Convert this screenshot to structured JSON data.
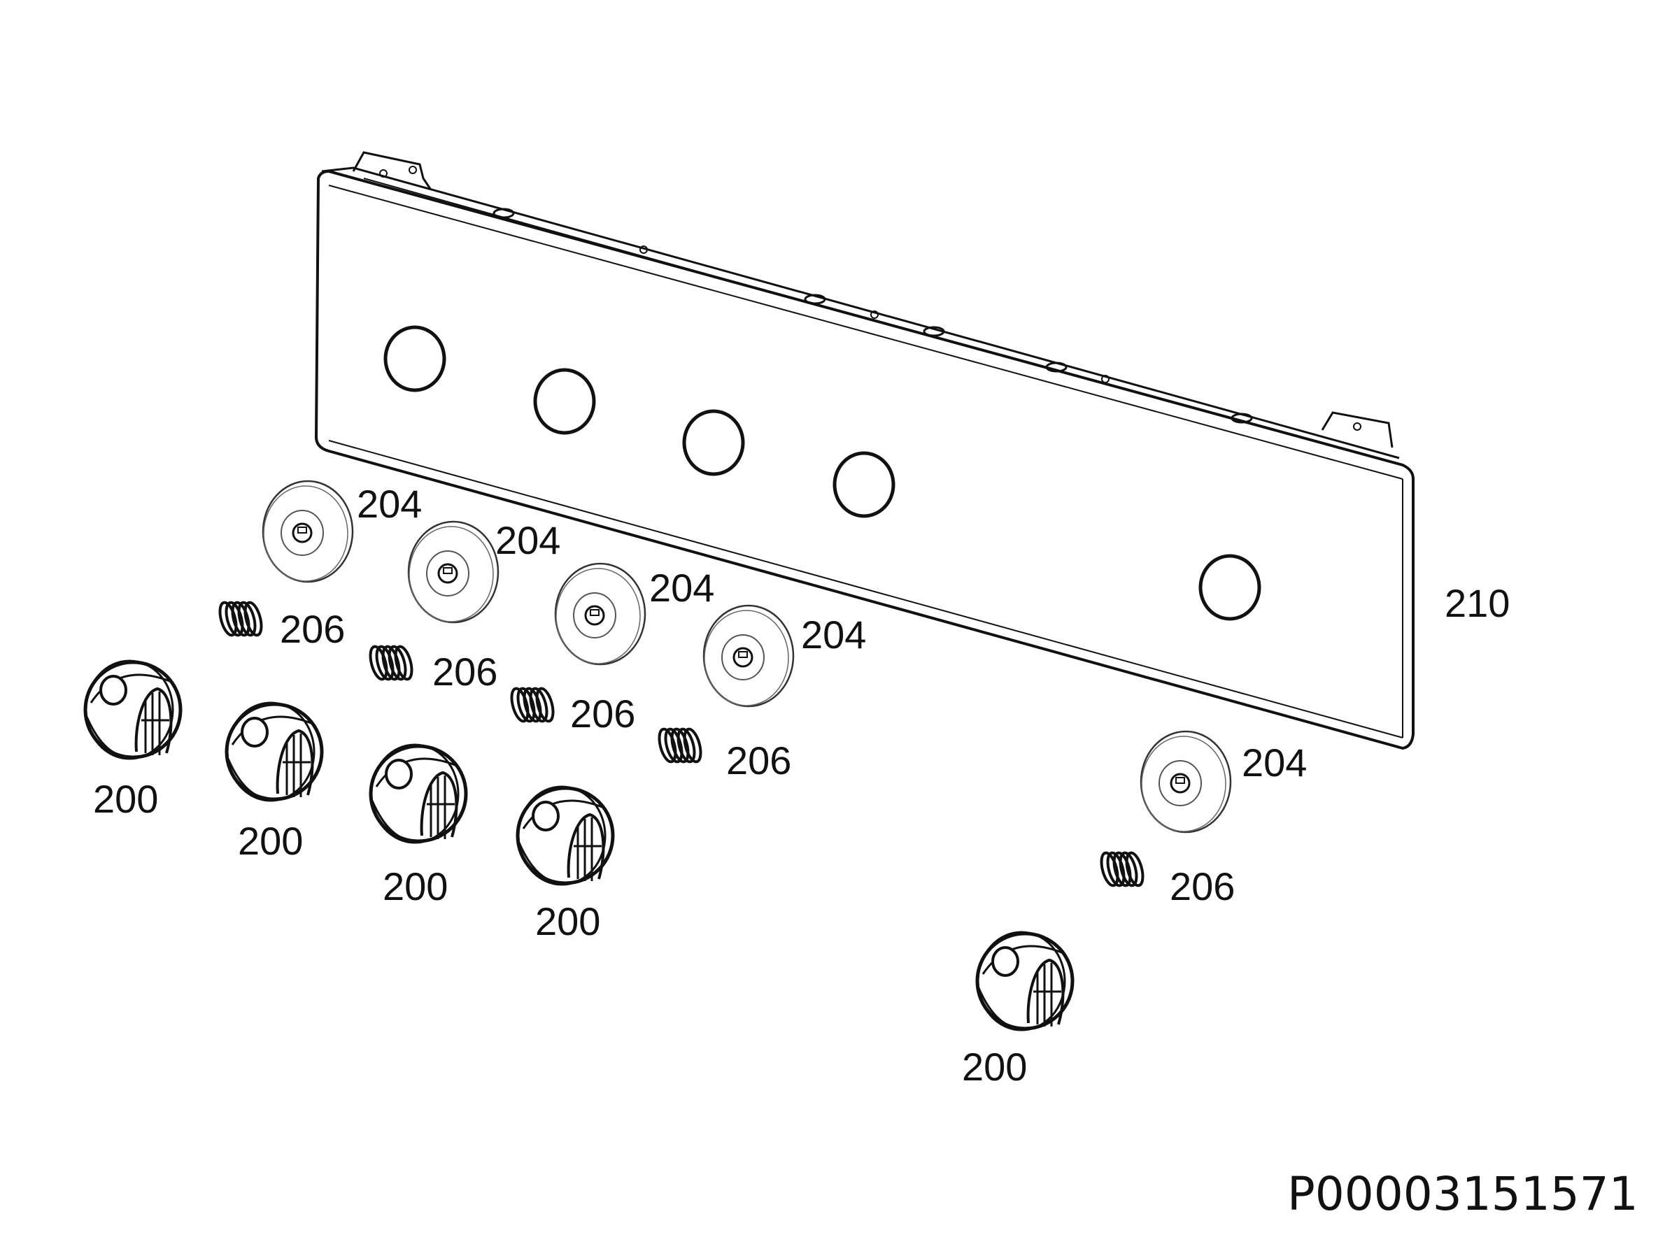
{
  "diagram": {
    "labels": {
      "panel": "210",
      "knob_1": "200",
      "knob_2": "200",
      "knob_3": "200",
      "knob_4": "200",
      "knob_5": "200",
      "bezel_1": "204",
      "bezel_2": "204",
      "bezel_3": "204",
      "bezel_4": "204",
      "bezel_5": "204",
      "spring_1": "206",
      "spring_2": "206",
      "spring_3": "206",
      "spring_4": "206",
      "spring_5": "206"
    },
    "document_id": "P00003151571",
    "colors": {
      "line": "#111111",
      "background": "#ffffff"
    }
  }
}
